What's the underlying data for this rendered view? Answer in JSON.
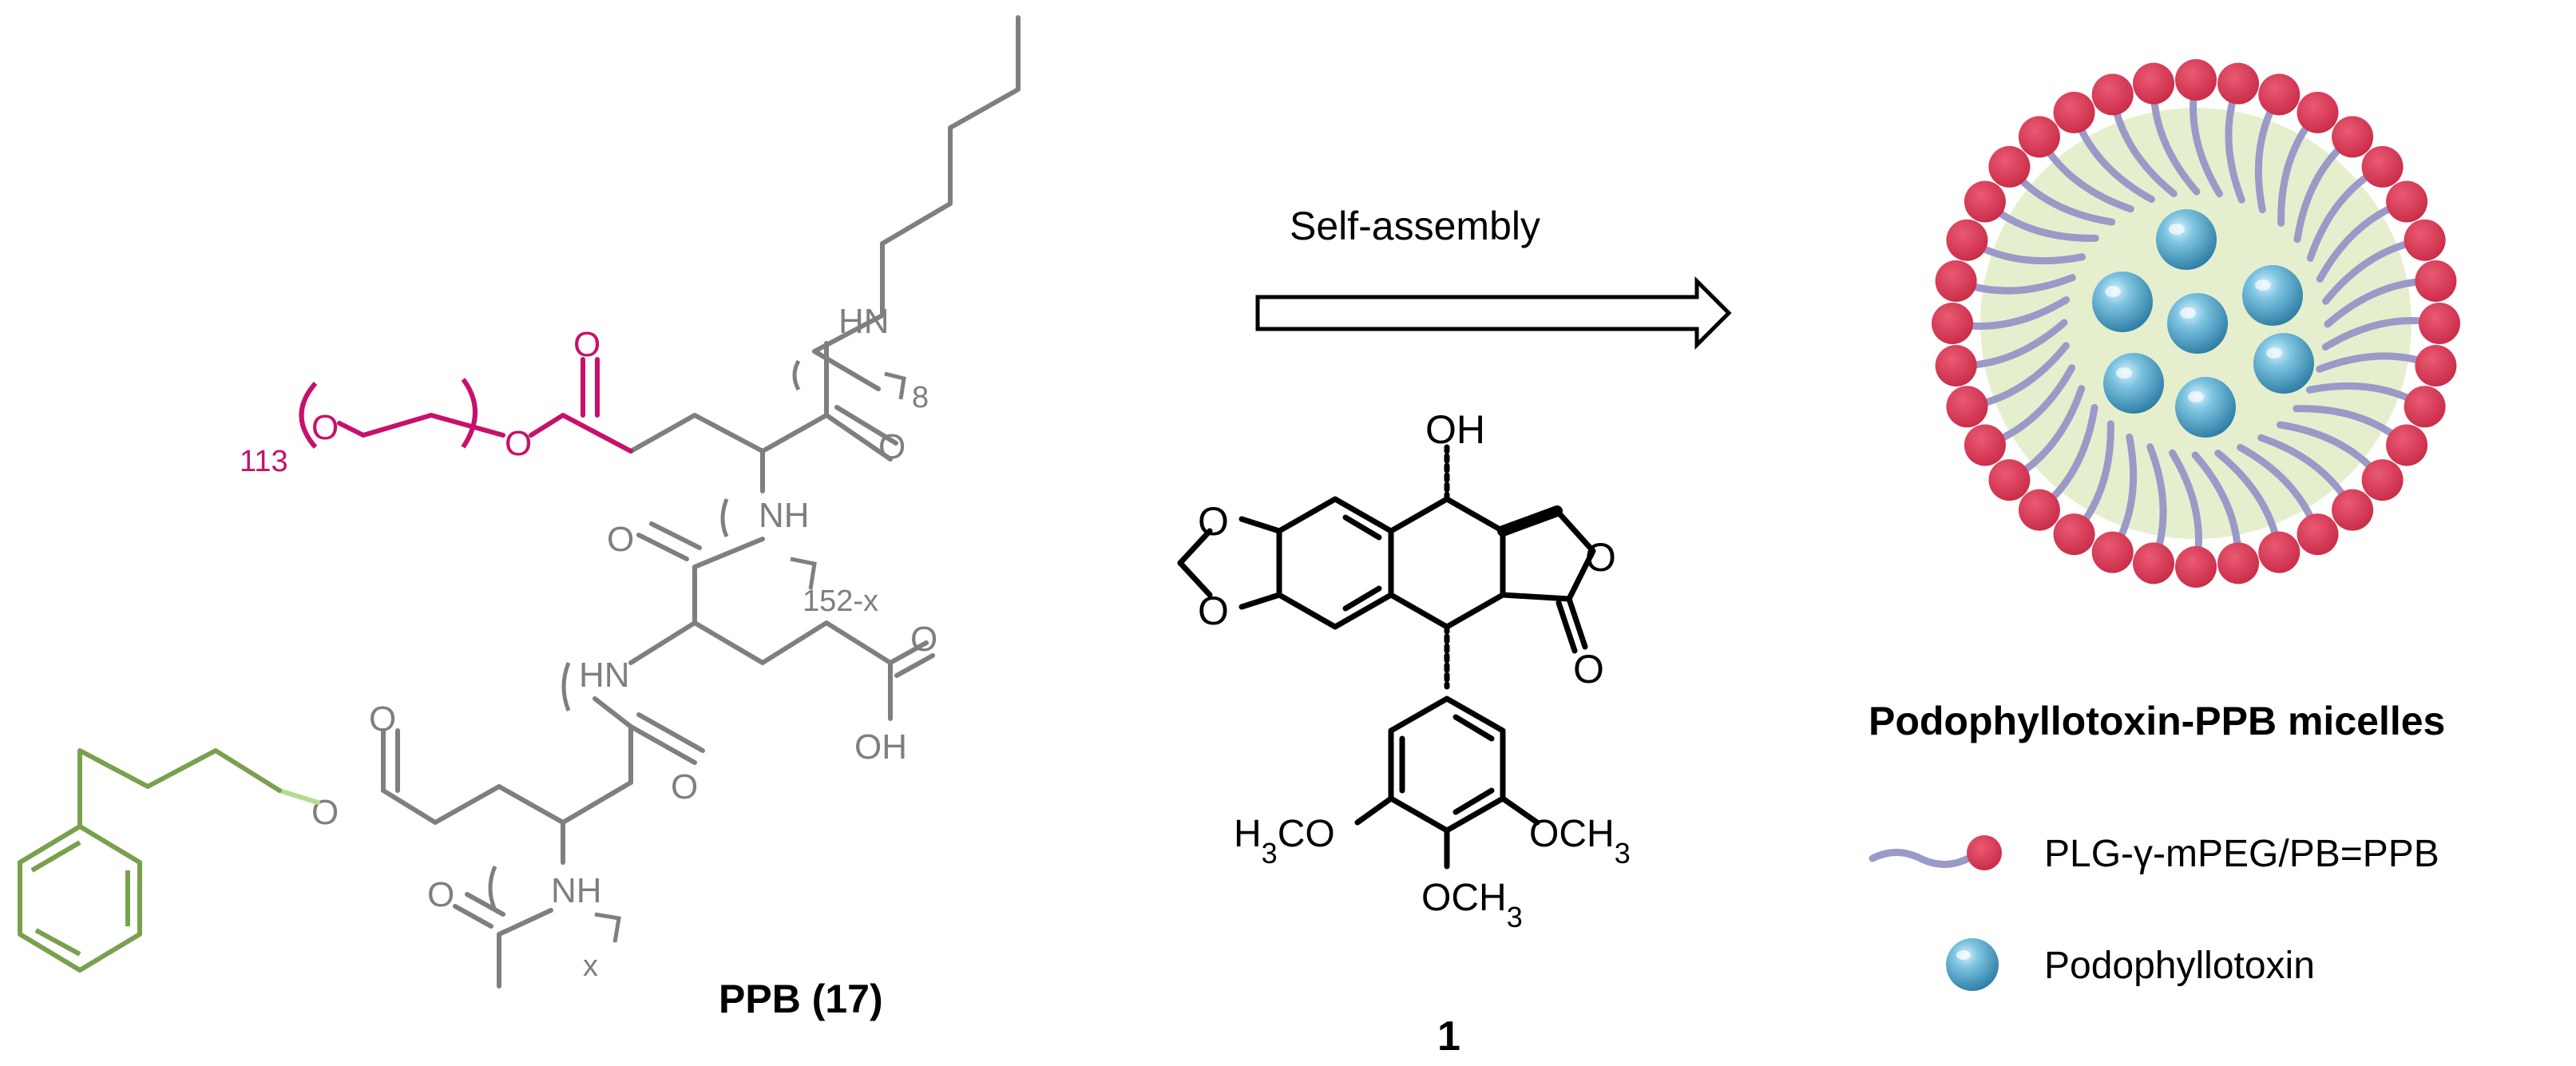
{
  "colors": {
    "grey": "#7f7f7f",
    "magenta": "#c8106b",
    "green": "#79a14d",
    "light_green": "#b5da8f",
    "black": "#000000",
    "red_head": "#d3344e",
    "lavender_tail": "#9a9ac8",
    "core_fill": "#e6efcd",
    "drug_blue": "#4aa3c9"
  },
  "ppb": {
    "caption": "PPB (17)",
    "peg_repeat": "113",
    "subscript_8": "8",
    "subscript_152x": "152-x",
    "subscript_x": "x",
    "labels": {
      "o_ether": "O",
      "o_ester": "O",
      "o_carbonyl": "O",
      "hn_top": "HN",
      "o_amide_top": "O",
      "nh_mid": "NH",
      "o_amide_mid": "O",
      "hn_mid": "HN",
      "o_acid": "O",
      "oh_acid": "OH",
      "o_ester2_carbonyl": "O",
      "o_ester2": "O",
      "o_amide_low": "O",
      "nh_low": "NH",
      "o_acetyl": "O"
    }
  },
  "arrow": {
    "label": "Self-assembly"
  },
  "compound": {
    "number": "1",
    "labels": {
      "oh": "OH",
      "o_diox_top": "O",
      "o_diox_bottom": "O",
      "o_lactone_ring": "O",
      "o_lactone_carbonyl": "O",
      "h3co": "H3CO",
      "och3_right": "OCH3",
      "och3_bottom": "OCH3"
    }
  },
  "micelle": {
    "title": "Podophyllotoxin-PPB micelles",
    "drug_count": 7
  },
  "legend": {
    "items": [
      {
        "label": "PLG-γ-mPEG/PB=PPB",
        "icon": "polymer-chain-icon"
      },
      {
        "label": "Podophyllotoxin",
        "icon": "drug-sphere-icon"
      }
    ]
  }
}
